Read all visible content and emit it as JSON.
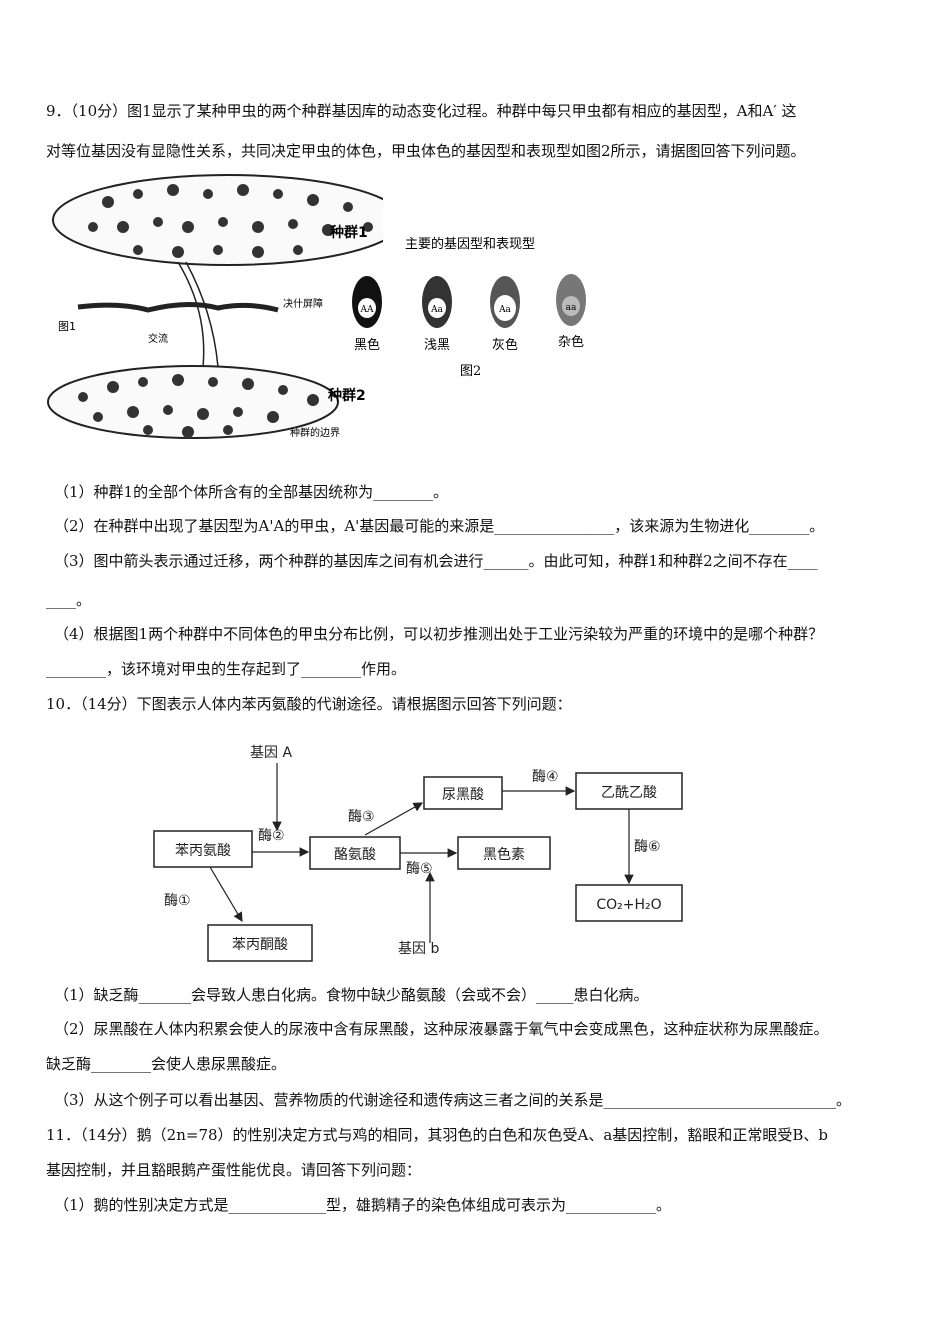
{
  "q9": {
    "l1": "9．（10分）图1显示了某种甲虫的两个种群基因库的动态变化过程。种群中每只甲虫都有相应的基因型，A和A′ 这",
    "l2": "对等位基因没有显隐性关系，共同决定甲虫的体色，甲虫体色的基因型和表现型如图2所示，请据图回答下列问题。",
    "s1": "（1）种群1的全部个体所含有的全部基因统称为________。",
    "s2": "（2）在种群中出现了基因型为A'A的甲虫，A'基因最可能的来源是________________，该来源为生物进化________。",
    "s3a": "（3）图中箭头表示通过迁移，两个种群的基因库之间有机会进行______。由此可知，种群1和种群2之间不存在____",
    "s3b": "____。",
    "s4a": "（4）根据图1两个种群中不同体色的甲虫分布比例，可以初步推测出处于工业污染较为严重的环境中的是哪个种群？",
    "s4b": "________，该环境对甲虫的生存起到了________作用。"
  },
  "fig1": {
    "pop1": "种群1",
    "pop2": "种群2",
    "barrier": "决什屏障",
    "exchange": "交流",
    "fig_label": "图1",
    "boundary": "种群的边界"
  },
  "fig2": {
    "title": "主要的基因型和表现型",
    "beetles": [
      {
        "genotype": "AA",
        "label": "黑色"
      },
      {
        "genotype": "Aa",
        "label": "浅黑"
      },
      {
        "genotype": "Aa",
        "label": "灰色"
      },
      {
        "genotype": "aa",
        "label": "杂色"
      }
    ],
    "caption": "图2"
  },
  "q10": {
    "l1": "10．（14分）下图表示人体内苯丙氨酸的代谢途径。请根据图示回答下列问题：",
    "s1": "（1）缺乏酶_______会导致人患白化病。食物中缺少酪氨酸（会或不会）_____患白化病。",
    "s2a": "（2）尿黑酸在人体内积累会使人的尿液中含有尿黑酸，这种尿液暴露于氧气中会变成黑色，这种症状称为尿黑酸症。",
    "s2b": "缺乏酶________会使人患尿黑酸症。",
    "s3": "（3）从这个例子可以看出基因、营养物质的代谢途径和遗传病这三者之间的关系是_______________________________。"
  },
  "pathway": {
    "gene_a": "基因 A",
    "gene_b": "基因 b",
    "phe": "苯丙氨酸",
    "tyr": "酪氨酸",
    "hga": "尿黑酸",
    "acet": "乙酰乙酸",
    "mel": "黑色素",
    "ppa": "苯丙酮酸",
    "co2": "CO₂+H₂O",
    "e1": "酶①",
    "e2": "酶②",
    "e3": "酶③",
    "e4": "酶④",
    "e5": "酶⑤",
    "e6": "酶⑥"
  },
  "q11": {
    "l1": "11．（14分）鹅（2n=78）的性别决定方式与鸡的相同，其羽色的白色和灰色受A、a基因控制，豁眼和正常眼受B、b",
    "l2": "基因控制，并且豁眼鹅产蛋性能优良。请回答下列问题：",
    "s1": "（1）鹅的性别决定方式是_____________型，雄鹅精子的染色体组成可表示为____________。"
  }
}
